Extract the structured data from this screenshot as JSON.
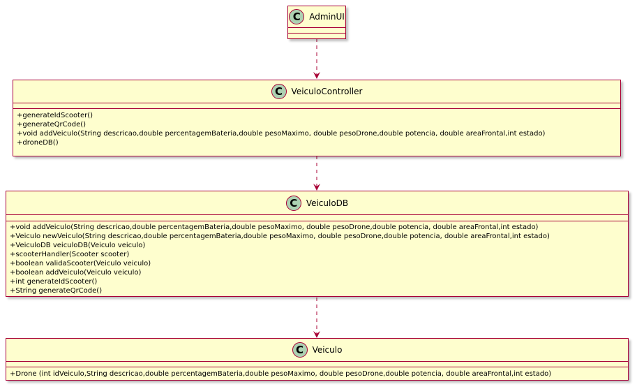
{
  "diagram": {
    "classes": {
      "admin_ui": {
        "stereotype": "C",
        "name": "AdminUI",
        "methods": []
      },
      "veiculo_controller": {
        "stereotype": "C",
        "name": "VeiculoController",
        "methods": [
          "+generateIdScooter()",
          "+generateQrCode()",
          "+void addVeiculo(String descricao,double percentagemBateria,double pesoMaximo, double pesoDrone,double potencia, double areaFrontal,int estado)",
          "+droneDB()"
        ]
      },
      "veiculo_db": {
        "stereotype": "C",
        "name": "VeiculoDB",
        "methods": [
          "+void addVeiculo(String descricao,double percentagemBateria,double pesoMaximo, double pesoDrone,double potencia, double areaFrontal,int estado)",
          "+Veiculo newVeiculo(String descricao,double percentagemBateria,double pesoMaximo, double pesoDrone,double potencia, double areaFrontal,int estado)",
          "+VeiculoDB veiculoDB(Veiculo veiculo)",
          "+scooterHandler(Scooter scooter)",
          "+boolean validaScooter(Veiculo veiculo)",
          "+boolean addVeiculo(Veiculo veiculo)",
          "+int generateIdScooter()",
          "+String generateQrCode()"
        ]
      },
      "veiculo": {
        "stereotype": "C",
        "name": "Veiculo",
        "methods": [
          "+Drone (int idVeiculo,String descricao,double percentagemBateria,double pesoMaximo, double pesoDrone,double potencia, double areaFrontal,int estado)"
        ]
      }
    },
    "colors": {
      "class_fill": "#FEFECE",
      "border": "#A80036",
      "stereotype_circle": "#ADD1B2"
    }
  }
}
